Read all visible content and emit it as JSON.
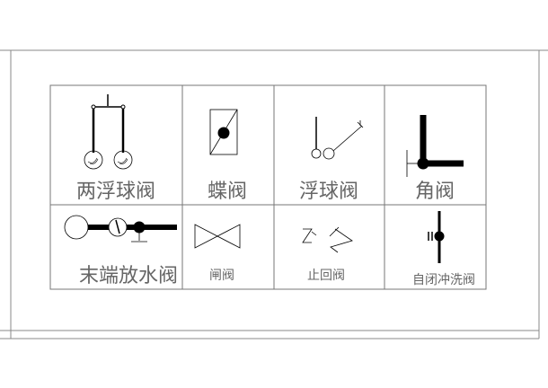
{
  "cells": [
    {
      "label": "两浮球阀",
      "symbol": "double-float-valve"
    },
    {
      "label": "蝶阀",
      "symbol": "butterfly-valve"
    },
    {
      "label": "浮球阀",
      "symbol": "float-valve"
    },
    {
      "label": "角阀",
      "symbol": "angle-valve"
    },
    {
      "label": "末端放水阀",
      "symbol": "end-drain-valve"
    },
    {
      "label": "闸阀",
      "symbol": "gate-valve"
    },
    {
      "label": "止回阀",
      "symbol": "check-valve"
    },
    {
      "label": "自闭冲洗阀",
      "symbol": "self-closing-flush-valve"
    }
  ],
  "colors": {
    "line": "#000000",
    "grid": "#777777",
    "text": "#666666"
  }
}
